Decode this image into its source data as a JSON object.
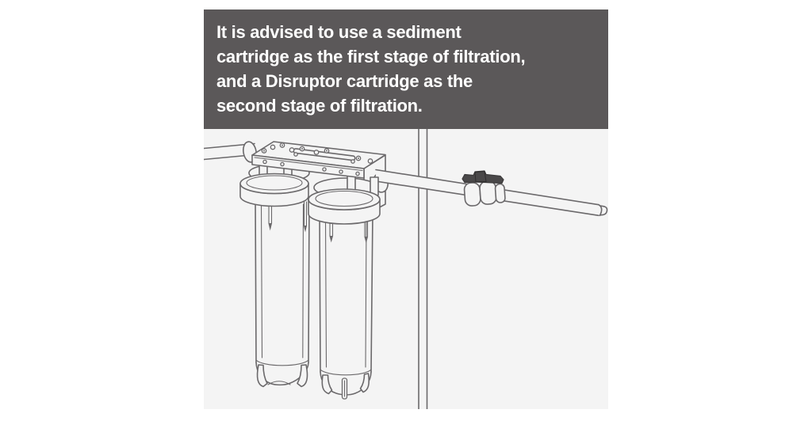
{
  "note": {
    "lines": [
      "It is advised to use a sediment",
      "cartridge as the first stage of filtration,",
      "and a Disruptor cartridge as the",
      "second stage of filtration."
    ],
    "bg_color": "#5b5859",
    "text_color": "#ffffff"
  },
  "illustration": {
    "description": "Line drawing of a dual-stage water filter assembly hanging from a mounting bracket on a horizontal supply pipe with a shutoff valve, in front of a vertical wall pipe",
    "bg_color": "#f4f4f4",
    "line_color": "#6b696b",
    "valve_handle_color": "#4a4849",
    "parts": {
      "wall_pipe": "vertical wall pipe",
      "inlet_pipe": "inlet pipe (left)",
      "outlet_pipe": "outlet pipe (right)",
      "shutoff_valve": "ball valve with dark handle",
      "mounting_bracket": "manifold mounting bracket with bolts",
      "first_stage_housing": "sediment cartridge housing (first stage)",
      "second_stage_housing": "Disruptor cartridge housing (second stage)"
    }
  }
}
